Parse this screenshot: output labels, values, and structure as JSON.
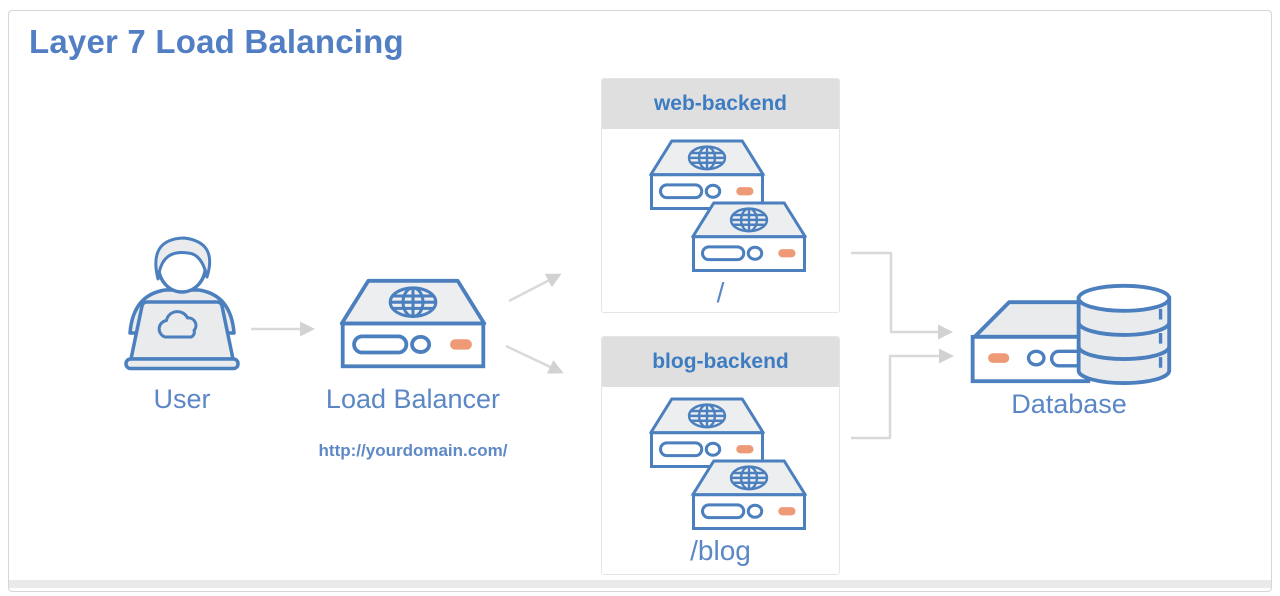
{
  "title": "Layer 7 Load Balancing",
  "user": {
    "label": "User"
  },
  "load_balancer": {
    "label": "Load Balancer",
    "url": "http://yourdomain.com/"
  },
  "backends": [
    {
      "name": "web-backend",
      "path": "/",
      "servers": 2
    },
    {
      "name": "blog-backend",
      "path": "/blog",
      "servers": 2
    }
  ],
  "database": {
    "label": "Database"
  },
  "connections": [
    {
      "from": "user",
      "to": "load-balancer"
    },
    {
      "from": "load-balancer",
      "to": "web-backend"
    },
    {
      "from": "load-balancer",
      "to": "blog-backend"
    },
    {
      "from": "web-backend",
      "to": "database"
    },
    {
      "from": "blog-backend",
      "to": "database"
    }
  ],
  "icons": {
    "user": "person-at-laptop-icon",
    "load_balancer": "server-globe-icon",
    "backend_server": "server-globe-icon",
    "database": "server-database-cylinder-icon"
  },
  "colors": {
    "title_blue": "#527fc3",
    "label_blue": "#5b87c7",
    "backend_header_blue": "#3e7cc2",
    "icon_stroke_blue": "#4b7fbe",
    "icon_fill_gray": "#e9ebed",
    "led_orange": "#ef9a76",
    "arrow_gray": "#d9d9d9",
    "box_header_gray": "#dfdfdf"
  }
}
